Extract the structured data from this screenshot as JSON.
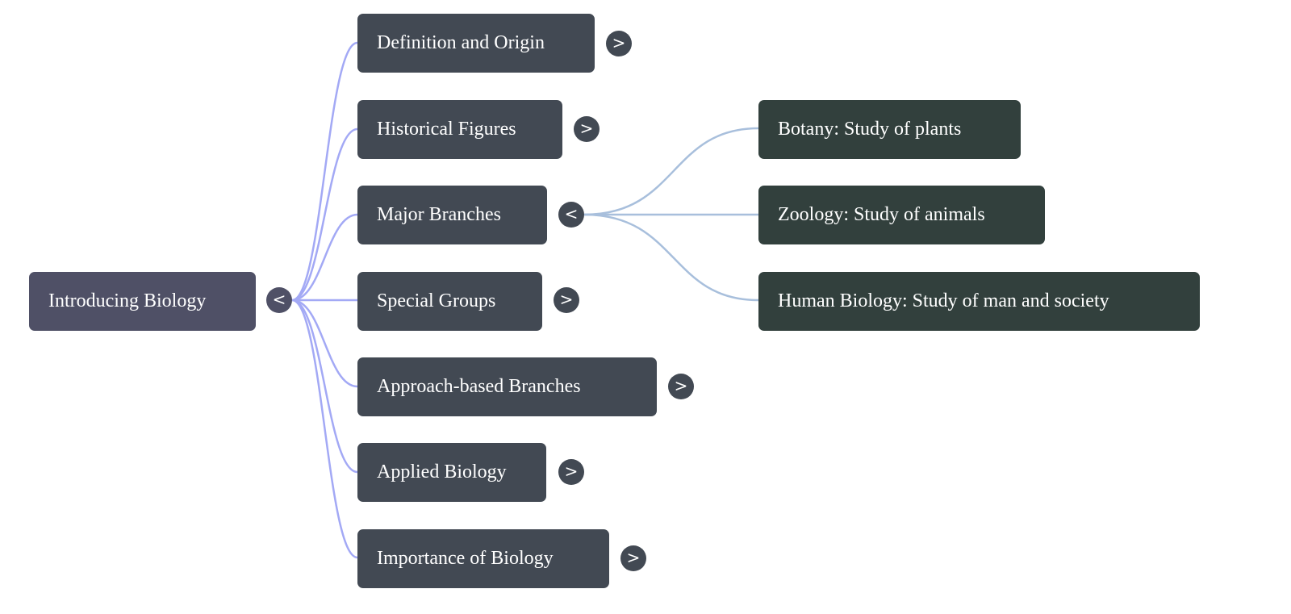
{
  "root": {
    "label": "Introducing Biology",
    "toggle": "<"
  },
  "branches": [
    {
      "label": "Definition and Origin",
      "toggle": ">"
    },
    {
      "label": "Historical Figures",
      "toggle": ">"
    },
    {
      "label": "Major Branches",
      "toggle": "<"
    },
    {
      "label": "Special Groups",
      "toggle": ">"
    },
    {
      "label": "Approach-based Branches",
      "toggle": ">"
    },
    {
      "label": "Applied Biology",
      "toggle": ">"
    },
    {
      "label": "Importance of Biology",
      "toggle": ">"
    }
  ],
  "major_branches_children": [
    {
      "label": "Botany: Study of plants"
    },
    {
      "label": "Zoology: Study of animals"
    },
    {
      "label": "Human Biology: Study of man and society"
    }
  ],
  "colors": {
    "root": "#4f5066",
    "branch": "#424953",
    "leaf": "#32403d",
    "root_link": "#a3a9f5",
    "leaf_link": "#a8bfdc"
  }
}
